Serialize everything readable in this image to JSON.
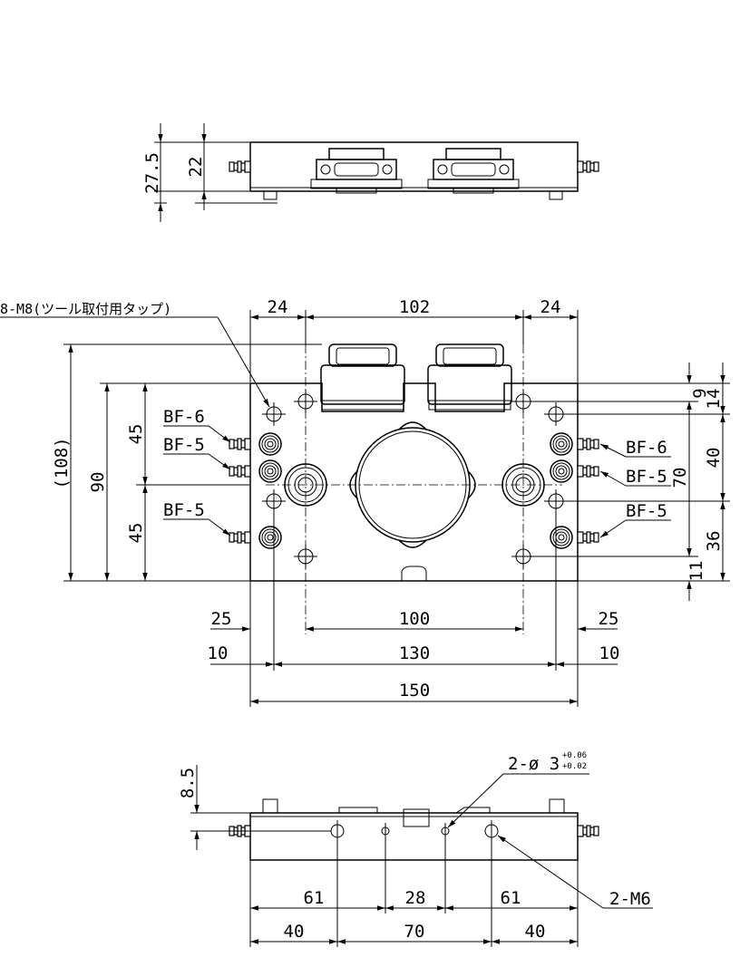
{
  "side_view": {
    "dim_27_5": "27.5",
    "dim_22": "22"
  },
  "top_view": {
    "tap_note": "8-M8(ツール取付用タップ)",
    "dim_24_left": "24",
    "dim_102": "102",
    "dim_24_right": "24",
    "dim_108": "(108)",
    "dim_90": "90",
    "dim_45_top": "45",
    "dim_45_bottom": "45",
    "dim_9": "9",
    "dim_14": "14",
    "dim_40": "40",
    "dim_70": "70",
    "dim_36": "36",
    "dim_11": "11",
    "port_left_1": "BF-6",
    "port_left_2": "BF-5",
    "port_left_3": "BF-5",
    "port_right_1": "BF-6",
    "port_right_2": "BF-5",
    "port_right_3": "BF-5",
    "dim_25_left": "25",
    "dim_100": "100",
    "dim_25_right": "25",
    "dim_10_left": "10",
    "dim_130": "130",
    "dim_10_right": "10",
    "dim_150": "150"
  },
  "bottom_view": {
    "dim_8_5": "8.5",
    "pin_note": "2-ø 3",
    "tol_upper": "+0.06",
    "tol_lower": "+0.02",
    "thread_note": "2-M6",
    "dim_61_left": "61",
    "dim_28": "28",
    "dim_61_right": "61",
    "dim_40_left": "40",
    "dim_70": "70",
    "dim_40_right": "40"
  }
}
